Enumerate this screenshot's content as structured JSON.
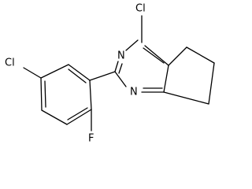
{
  "diagram": {
    "type": "skeletal-formula",
    "atom_labels": {
      "cl_top": "Cl",
      "n3": "N",
      "n1": "N",
      "cl_left": "Cl",
      "f": "F"
    }
  }
}
